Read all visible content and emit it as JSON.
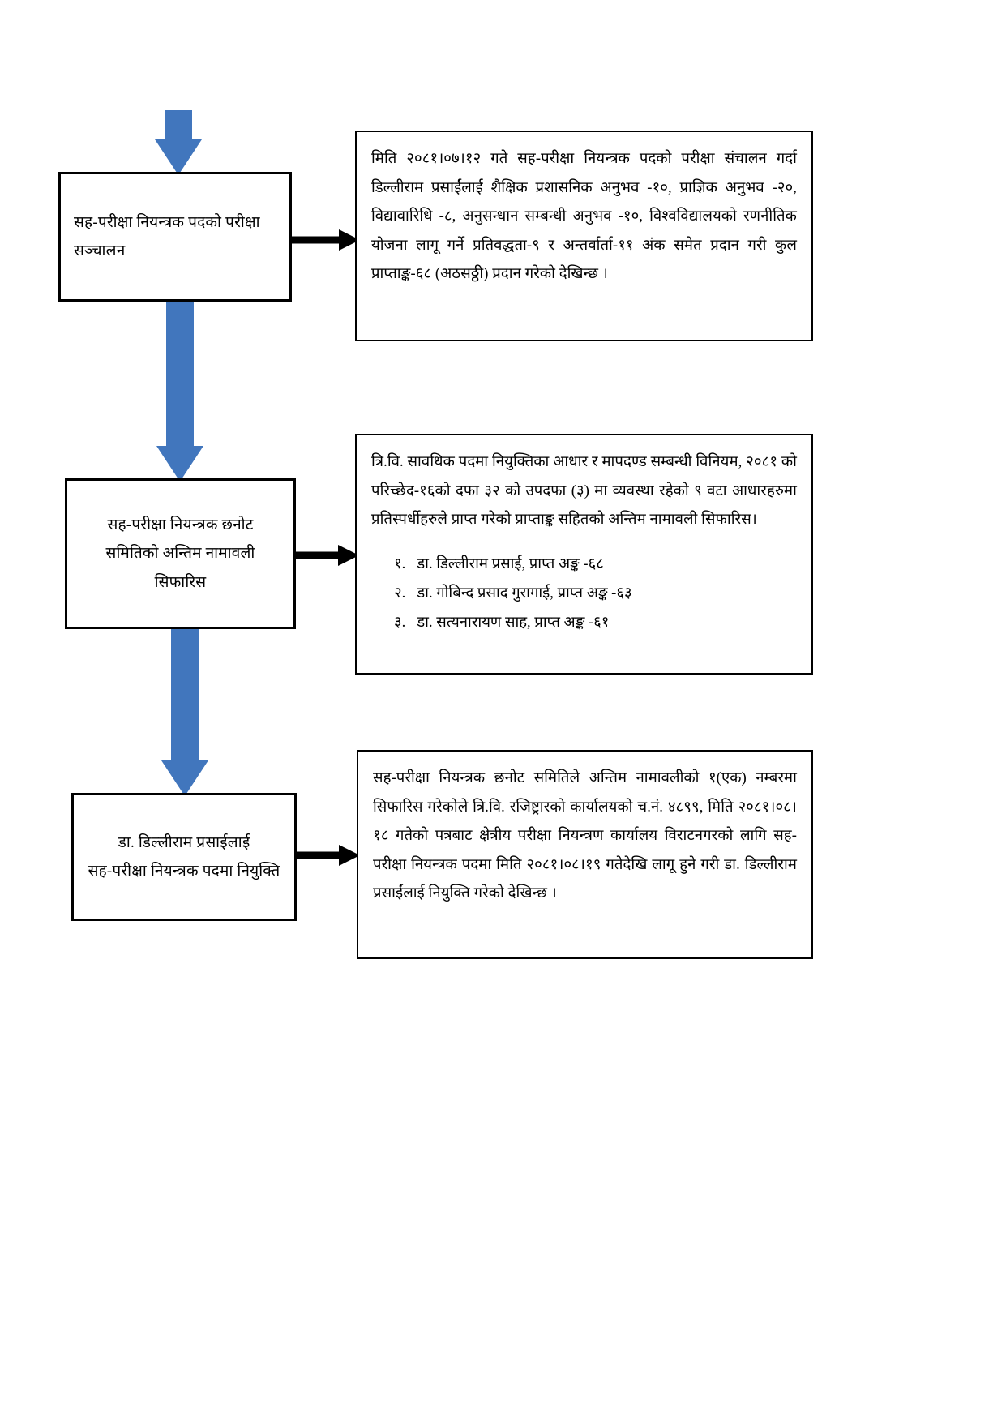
{
  "diagram": {
    "title": "Appointment process flowchart (Nepali)",
    "accent_color": "#4176bd",
    "outline_color": "#000000",
    "background_color": "#ffffff"
  },
  "flow_steps": [
    {
      "id": "step-1",
      "lines": [
        "सह-परीक्षा  नियन्त्रक  पदको  परीक्षा",
        "सञ्चालन"
      ]
    },
    {
      "id": "step-2",
      "lines": [
        "सह-परीक्षा नियन्त्रक छनोट",
        "समितिको  अन्तिम नामावली",
        "सिफारिस"
      ]
    },
    {
      "id": "step-3",
      "lines": [
        "डा. डिल्लीराम  प्रसाईलाई",
        "सह-परीक्षा नियन्त्रक पदमा नियुक्ति"
      ]
    }
  ],
  "details": [
    {
      "id": "detail-1",
      "paragraph": "मिति २०८१।०७।१२ गते सह-परीक्षा नियन्त्रक पदको परीक्षा संचालन गर्दा डिल्लीराम प्रसाईंलाई शैक्षिक प्रशासनिक अनुभव -१०, प्राज्ञिक अनुभव -२०, विद्यावारिधि -८, अनुसन्धान सम्बन्धी अनुभव -१०, विश्वविद्यालयको रणनीतिक योजना लागू गर्ने प्रतिवद्धता-९ र अन्तर्वार्ता-११ अंक समेत प्रदान गरी कुल प्राप्ताङ्क-६८ (अठसठ्ठी) प्रदान गरेको देखिन्छ ।"
    },
    {
      "id": "detail-2",
      "paragraph": "त्रि.वि. सावधिक पदमा नियुक्तिका आधार र मापदण्ड सम्बन्धी विनियम, २०८१ को परिच्छेद-१६को दफा ३२ को उपदफा (३) मा व्यवस्था रहेको ९ वटा आधारहरुमा प्रतिस्पर्धीहरुले प्राप्त गरेको प्राप्ताङ्क सहितको अन्तिम नामावली सिफारिस।",
      "namelist": [
        {
          "num": "१.",
          "text": "डा. डिल्लीराम प्रसाई, प्राप्त अङ्क -६८"
        },
        {
          "num": "२.",
          "text": "डा. गोबिन्द प्रसाद गुरागाई, प्राप्त अङ्क -६३"
        },
        {
          "num": "३.",
          "text": "डा. सत्यनारायण साह, प्राप्त अङ्क -६१"
        }
      ]
    },
    {
      "id": "detail-3",
      "paragraph": "सह-परीक्षा नियन्त्रक छनोट समितिले अन्तिम नामावलीको १(एक) नम्बरमा सिफारिस गरेकोले त्रि.वि. रजिष्ट्रारको कार्यालयको च.नं. ४८९९, मिति २०८१।०८।१८ गतेको पत्रबाट क्षेत्रीय परीक्षा नियन्त्रण कार्यालय विराटनगरको लागि सह-परीक्षा नियन्त्रक पदमा मिति २०८१।०८।१९ गतेदेखि लागू हुने गरी डा. डिल्लीराम प्रसाईंलाई नियुक्ति गरेको देखिन्छ ।"
    }
  ],
  "connectors": {
    "entry_arrow": "down-arrow-entry",
    "step1_to_step2": "down-arrow",
    "step2_to_step3": "down-arrow",
    "step1_to_detail1": "right-arrow",
    "step2_to_detail2": "right-arrow",
    "step3_to_detail3": "right-arrow"
  }
}
